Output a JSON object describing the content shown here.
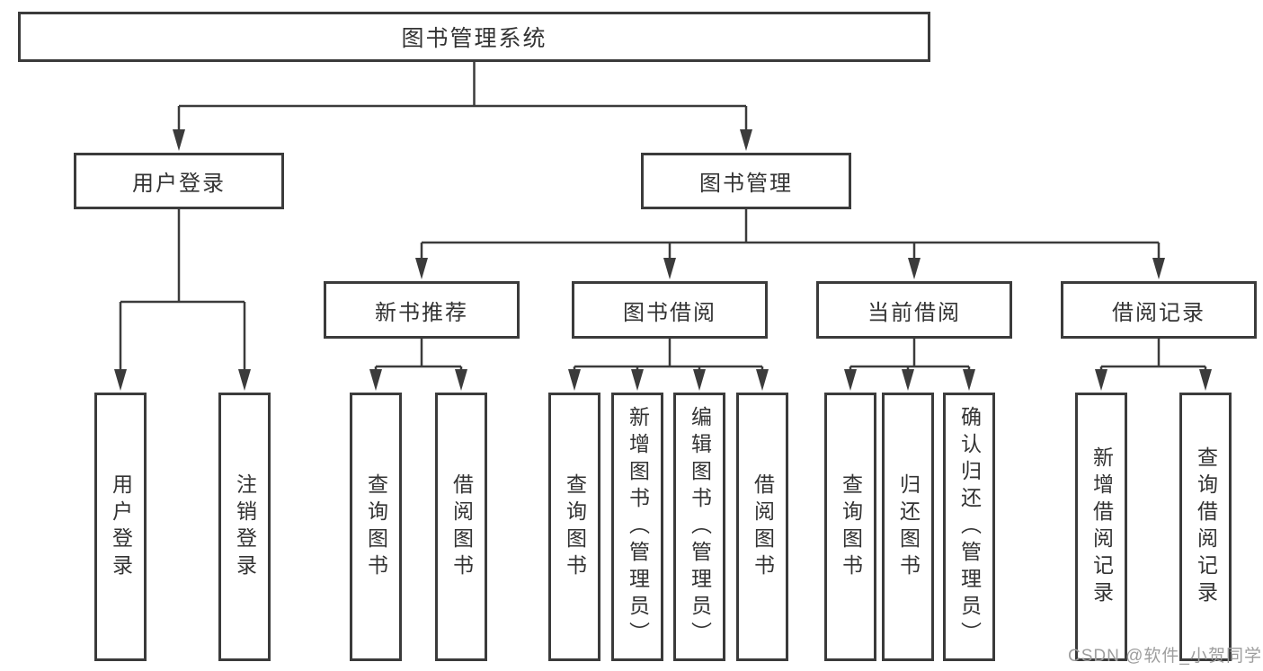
{
  "diagram": {
    "root": {
      "label": "图书管理系统"
    },
    "branches": [
      {
        "label": "用户登录",
        "leaves": [
          {
            "label": "用户登录"
          },
          {
            "label": "注销登录"
          }
        ]
      },
      {
        "label": "图书管理",
        "groups": [
          {
            "label": "新书推荐",
            "leaves": [
              {
                "label": "查询图书"
              },
              {
                "label": "借阅图书"
              }
            ]
          },
          {
            "label": "图书借阅",
            "leaves": [
              {
                "label": "查询图书"
              },
              {
                "label": "新增图书（管理员）"
              },
              {
                "label": "编辑图书（管理员）"
              },
              {
                "label": "借阅图书"
              }
            ]
          },
          {
            "label": "当前借阅",
            "leaves": [
              {
                "label": "查询图书"
              },
              {
                "label": "归还图书"
              },
              {
                "label": "确认归还（管理员）"
              }
            ]
          },
          {
            "label": "借阅记录",
            "leaves": [
              {
                "label": "新增借阅记录"
              },
              {
                "label": "查询借阅记录"
              }
            ]
          }
        ]
      }
    ]
  },
  "watermark": {
    "text": "CSDN @软件_小贺同学"
  },
  "colors": {
    "line": "#3b3b3b",
    "text": "#333333",
    "watermark": "#9e9e9e",
    "background": "#ffffff"
  }
}
